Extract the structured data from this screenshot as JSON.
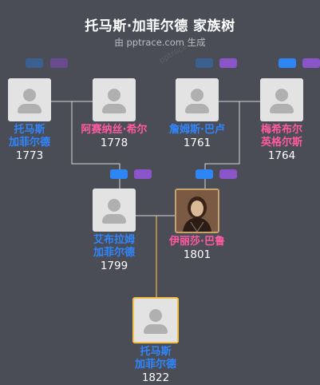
{
  "header": {
    "title": "托马斯·加菲尔德 家族树",
    "subtitle": "由 pptrace.com 生成",
    "watermark": "pptrace"
  },
  "people": [
    {
      "id": "p1",
      "name_line1": "托马斯",
      "name_line2": "加菲尔德",
      "year": "1773",
      "gender": "male"
    },
    {
      "id": "p2",
      "name_line1": "阿赛纳丝·希尔",
      "name_line2": "",
      "year": "1778",
      "gender": "female"
    },
    {
      "id": "p3",
      "name_line1": "詹姆斯·巴卢",
      "name_line2": "",
      "year": "1761",
      "gender": "male"
    },
    {
      "id": "p4",
      "name_line1": "梅希布尔",
      "name_line2": "英格尔斯",
      "year": "1764",
      "gender": "female"
    },
    {
      "id": "p5",
      "name_line1": "艾布拉姆",
      "name_line2": "加菲尔德",
      "year": "1799",
      "gender": "male"
    },
    {
      "id": "p6",
      "name_line1": "伊丽莎·巴鲁",
      "name_line2": "",
      "year": "1801",
      "gender": "female"
    },
    {
      "id": "p7",
      "name_line1": "托马斯",
      "name_line2": "加菲尔德",
      "year": "1822",
      "gender": "male"
    }
  ],
  "colors": {
    "male": "#2f86ff",
    "female": "#ff5aa0",
    "line": "#d8d8d8",
    "line_highlight": "#e8b84a"
  }
}
